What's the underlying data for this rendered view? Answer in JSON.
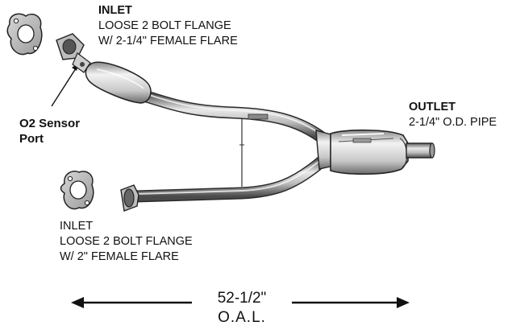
{
  "inlet_top": {
    "title": "INLET",
    "line1": "LOOSE 2 BOLT FLANGE",
    "line2": "W/ 2-1/4\" FEMALE FLARE"
  },
  "inlet_bottom": {
    "title": "INLET",
    "line1": "LOOSE 2 BOLT FLANGE",
    "line2": "W/ 2\" FEMALE FLARE"
  },
  "outlet": {
    "title": "OUTLET",
    "line1": "2-1/4\" O.D. PIPE"
  },
  "o2_sensor": {
    "line1": "O2 Sensor",
    "line2": "Port"
  },
  "overall_length": {
    "value": "52-1/2\"",
    "label": "O.A.L."
  },
  "colors": {
    "ink": "#111111",
    "metal_light": "#e6e6e6",
    "metal_mid": "#b4b4b4",
    "metal_dark": "#6e6e6e"
  }
}
